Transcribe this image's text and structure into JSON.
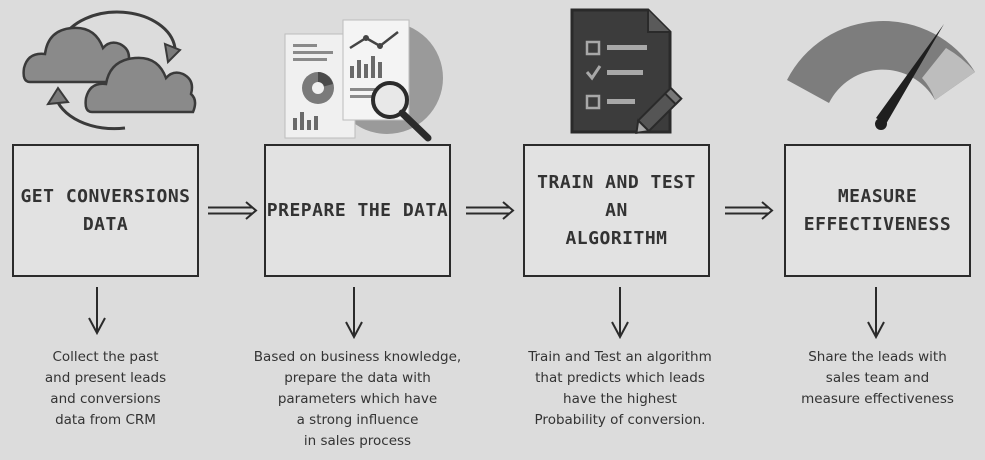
{
  "steps": [
    {
      "title": "GET CONVERSIONS\nDATA",
      "description": "Collect the past\nand present leads\nand conversions\ndata from CRM",
      "icon": "cloud-sync-icon"
    },
    {
      "title": "PREPARE THE DATA",
      "description": "Based on business knowledge,\nprepare the data with\nparameters which have\na strong influence\nin sales process",
      "icon": "data-analysis-icon"
    },
    {
      "title": "TRAIN AND TEST AN\nALGORITHM",
      "description": "Train and Test an algorithm\nthat predicts which leads\nhave the highest\nProbability of conversion.",
      "icon": "checklist-document-icon"
    },
    {
      "title": "MEASURE\nEFFECTIVENESS",
      "description": "Share the leads with\nsales team and\nmeasure effectiveness",
      "icon": "speedometer-gauge-icon"
    }
  ],
  "colors": {
    "background": "#dcdcdc",
    "box_fill": "#e2e2e2",
    "border": "#2b2b2b",
    "icon_dark": "#3a3a3a",
    "icon_mid": "#8a8a8a"
  }
}
